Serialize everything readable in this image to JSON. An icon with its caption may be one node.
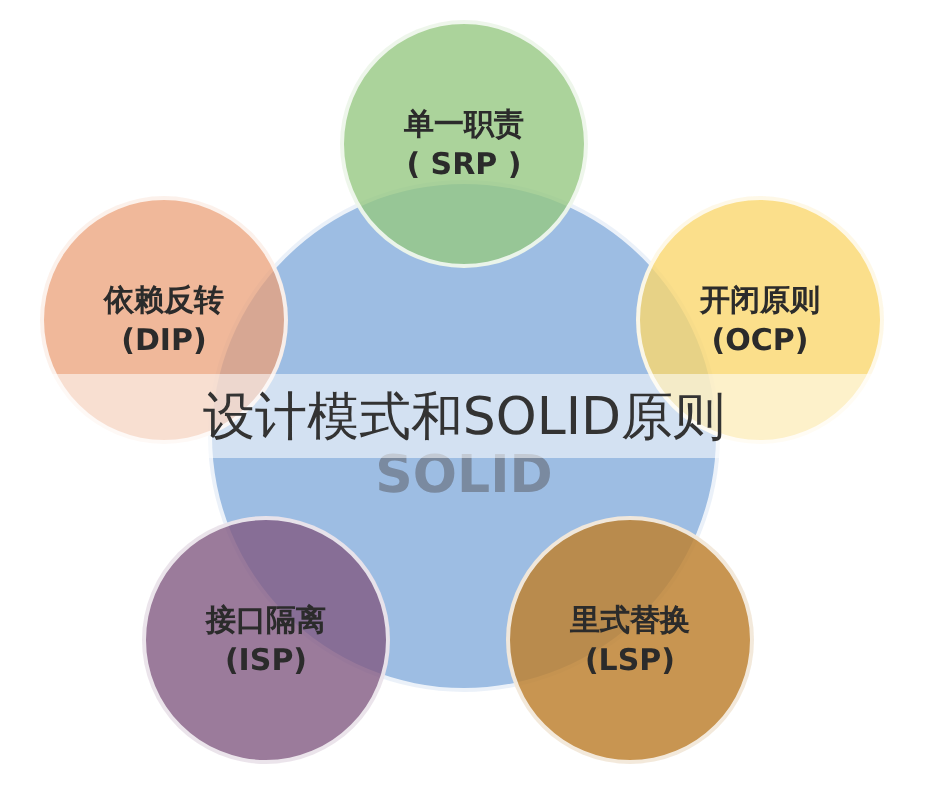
{
  "diagram": {
    "title": "设计模式和SOLID原则",
    "nodes": [
      {
        "text": [
          "SOLID"
        ]
      },
      {
        "text": [
          "单一职责",
          "( SRP )"
        ]
      },
      {
        "text": [
          "开闭原则",
          "(OCP)"
        ]
      },
      {
        "text": [
          "里式替换",
          "(LSP)"
        ]
      },
      {
        "text": [
          "接口隔离",
          "(ISP)"
        ]
      },
      {
        "text": [
          "依赖反转",
          "(DIP)"
        ]
      }
    ]
  }
}
